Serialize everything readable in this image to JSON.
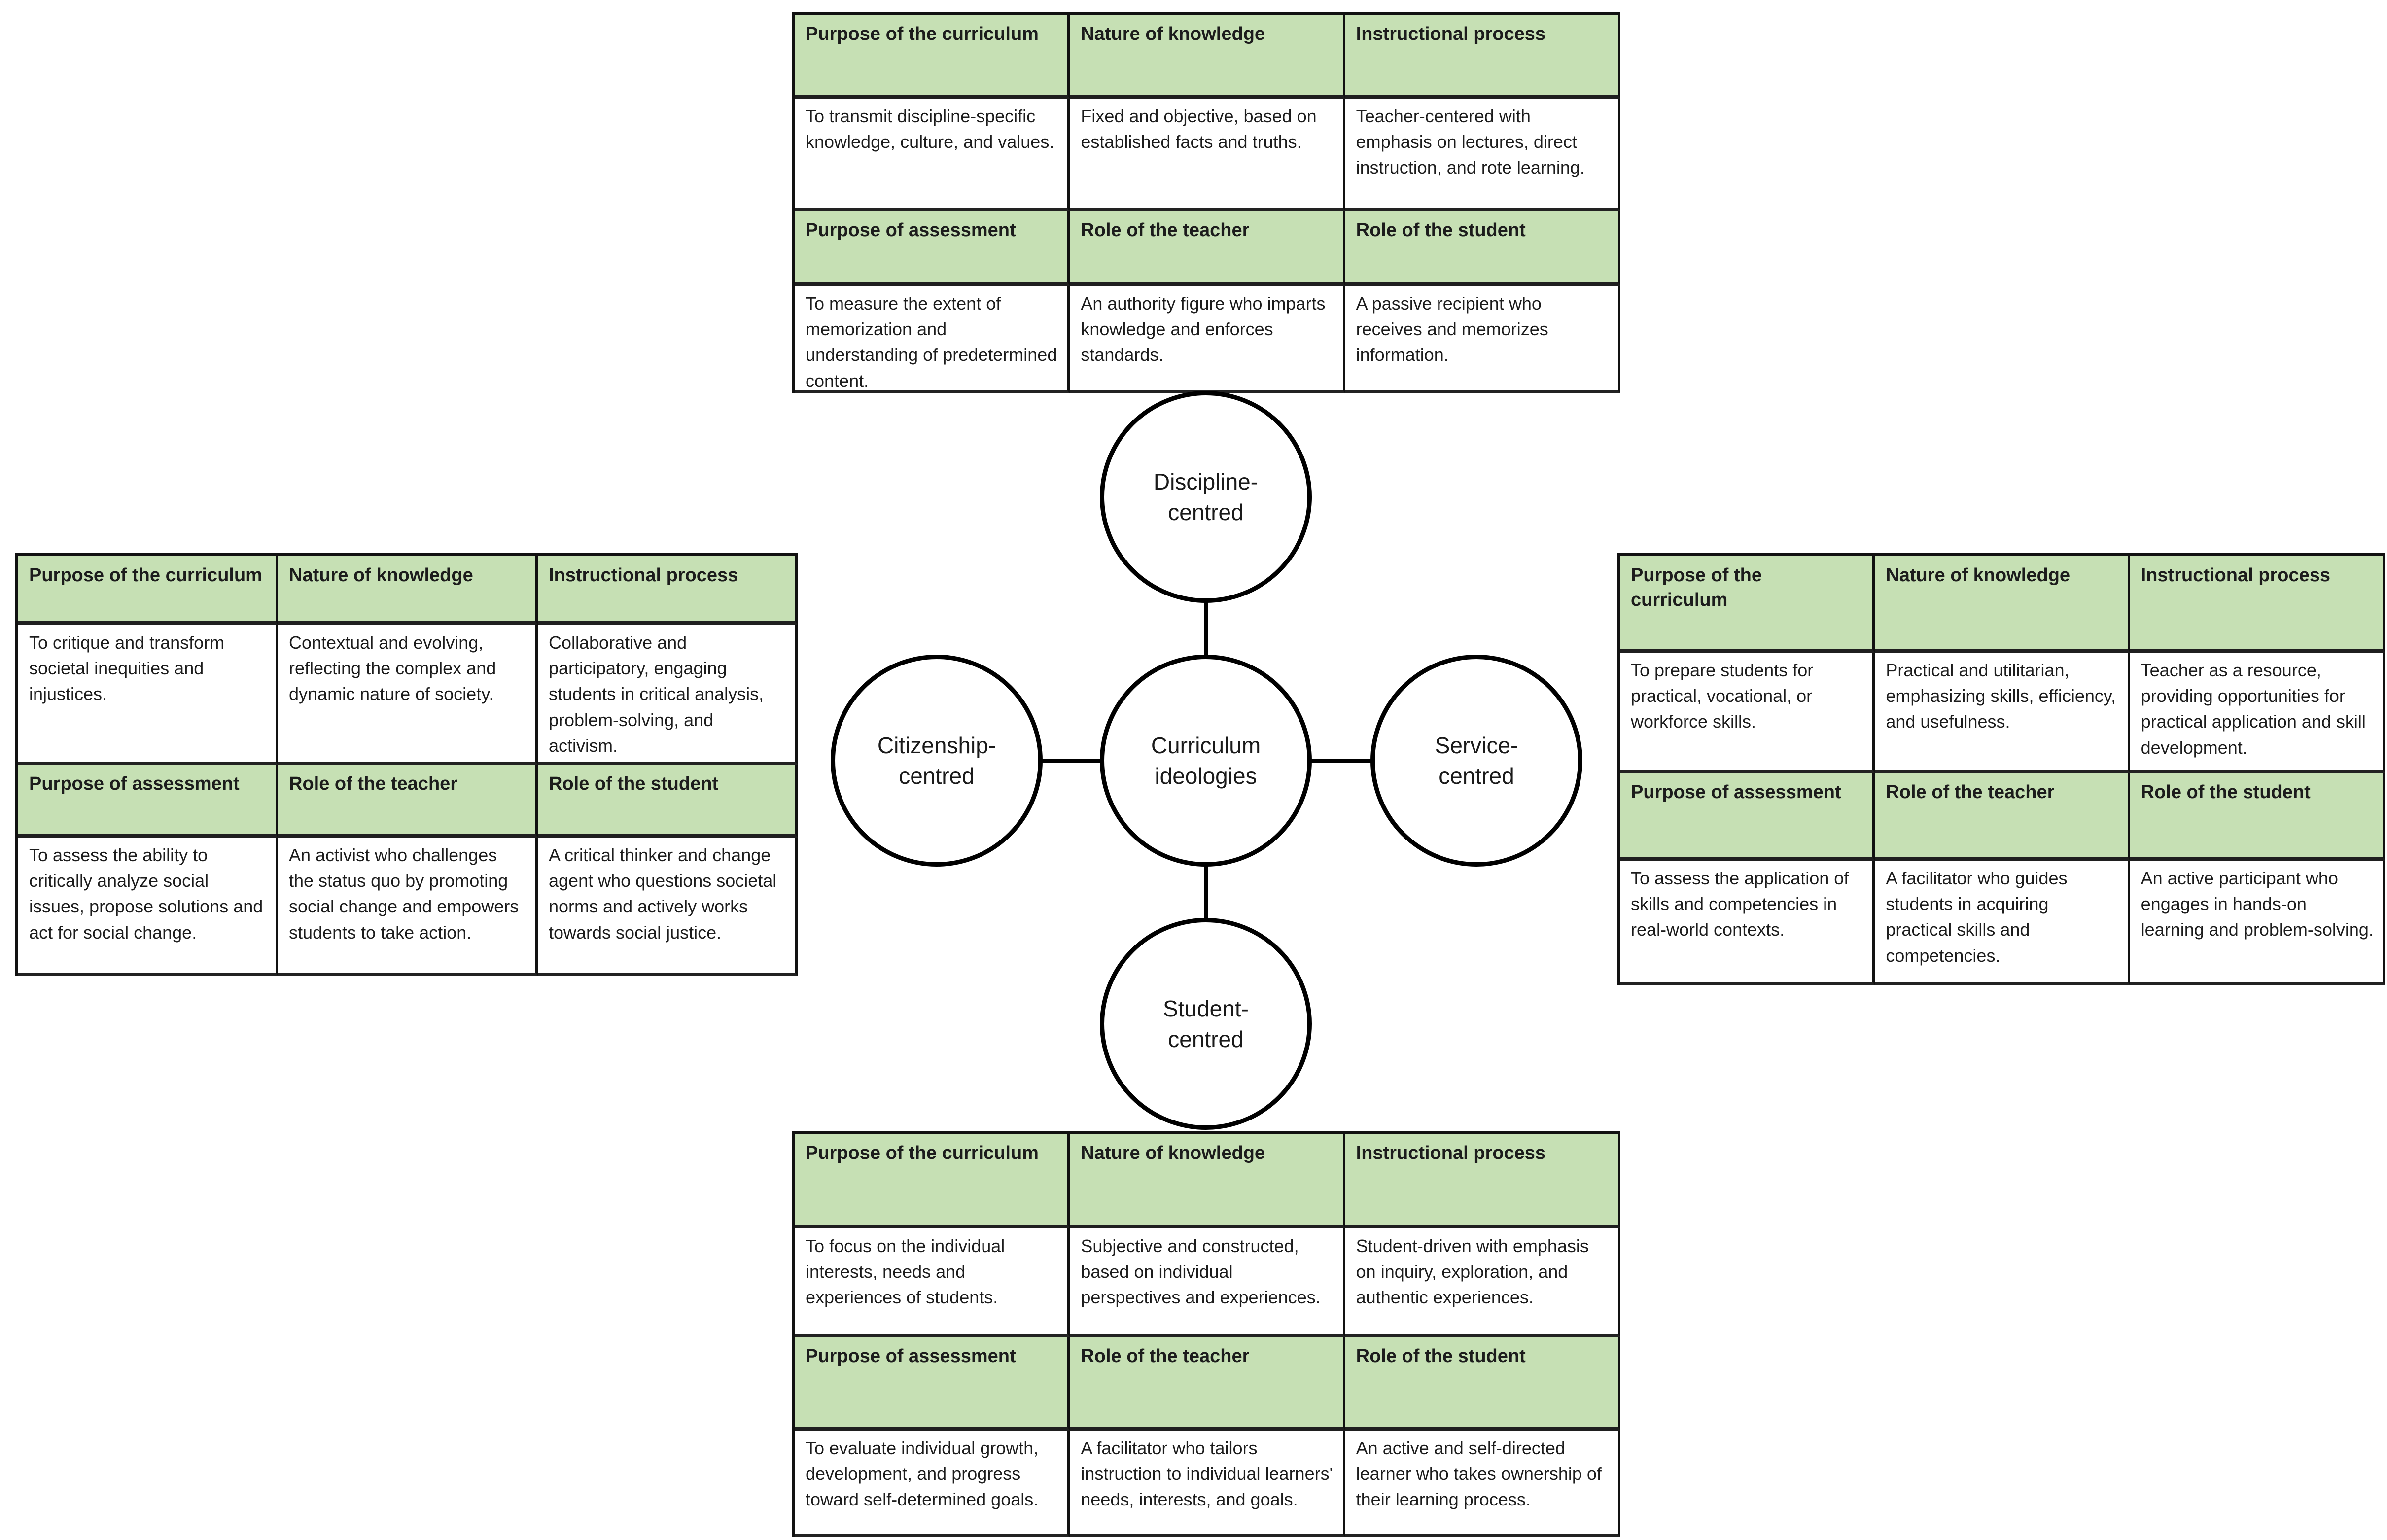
{
  "diagram_title": "Curriculum ideologies",
  "colors": {
    "header_fill": "#c6e0b4",
    "line": "#000000",
    "table_bg": "#ffffff",
    "text": "#1c1c1c"
  },
  "headers": {
    "purpose_curriculum": "Purpose of the curriculum",
    "nature_knowledge": "Nature of knowledge",
    "instructional_process": "Instructional process",
    "purpose_assessment": "Purpose of assessment",
    "role_teacher": "Role of the teacher",
    "role_student": "Role of the student"
  },
  "center_node": {
    "label": "Curriculum ideologies"
  },
  "ideologies": {
    "discipline": {
      "node_label": "Discipline-centred",
      "position": "top",
      "table": {
        "purpose_curriculum": "To transmit discipline-specific knowledge, culture, and values.",
        "nature_knowledge": "Fixed and objective, based on established facts and truths.",
        "instructional_process": "Teacher-centered with emphasis on lectures, direct instruction, and rote learning.",
        "purpose_assessment": "To measure the extent of memorization and understanding of predetermined content.",
        "role_teacher": "An authority figure who imparts knowledge and enforces standards.",
        "role_student": "A passive recipient who receives and memorizes information."
      }
    },
    "citizenship": {
      "node_label": "Citizenship-centred",
      "position": "left",
      "table": {
        "purpose_curriculum": "To critique and transform societal inequities and injustices.",
        "nature_knowledge": "Contextual and evolving, reflecting the complex and dynamic nature of society.",
        "instructional_process": "Collaborative and participatory, engaging students in critical analysis, problem-solving, and activism.",
        "purpose_assessment": "To assess the ability to critically analyze social issues, propose solutions and act for social change.",
        "role_teacher": "An activist who challenges the status quo by promoting social change and empowers students to take action.",
        "role_student": "A critical thinker and change agent who questions societal norms and actively works towards social justice."
      }
    },
    "service": {
      "node_label": "Service-centred",
      "position": "right",
      "table": {
        "purpose_curriculum": "To prepare students for practical, vocational, or workforce skills.",
        "nature_knowledge": "Practical and utilitarian, emphasizing skills, efficiency, and usefulness.",
        "instructional_process": "Teacher as a resource, providing opportunities for practical application and skill development.",
        "purpose_assessment": "To assess the application of skills and competencies in real-world contexts.",
        "role_teacher": "A facilitator who guides students in acquiring practical skills and competencies.",
        "role_student": "An active participant who engages in hands-on learning and problem-solving."
      }
    },
    "student": {
      "node_label": "Student-centred",
      "position": "bottom",
      "table": {
        "purpose_curriculum": "To focus on the individual interests, needs and experiences of students.",
        "nature_knowledge": "Subjective and constructed, based on individual perspectives and experiences.",
        "instructional_process": "Student-driven with emphasis on inquiry, exploration, and authentic experiences.",
        "purpose_assessment": "To evaluate individual growth, development, and progress toward self-determined goals.",
        "role_teacher": "A facilitator who tailors instruction to individual learners' needs, interests, and goals.",
        "role_student": "An active and self-directed learner who takes ownership of their learning process."
      }
    }
  }
}
